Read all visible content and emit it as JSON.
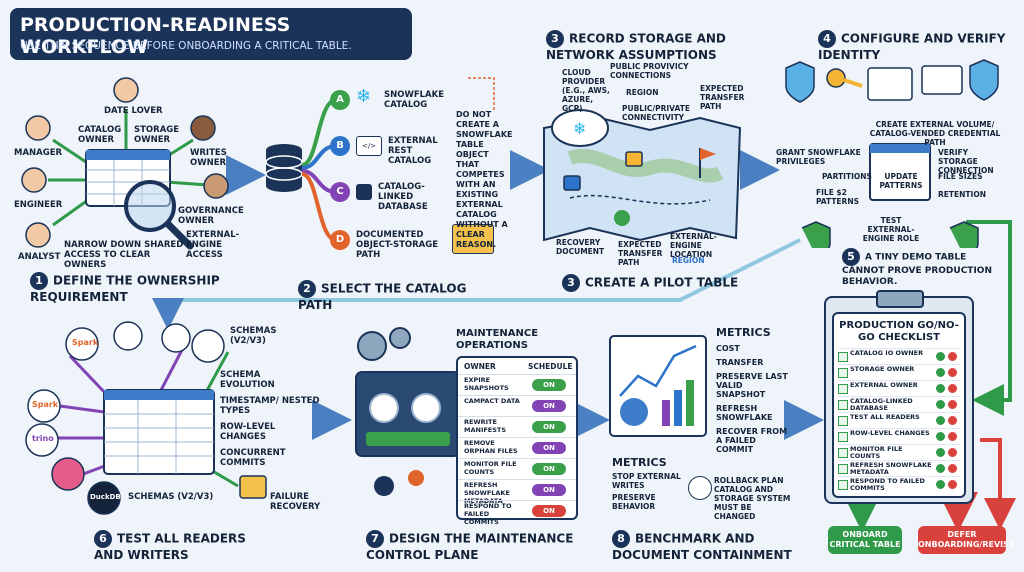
{
  "header": {
    "title": "PRODUCTION-READINESS WORKFLOW",
    "subtitle": "USE THIS SEQUENCE BEFORE ONBOARDING A CRITICAL TABLE."
  },
  "step1": {
    "number": "1",
    "title": "DEFINE THE OWNERSHIP REQUIREMENT",
    "roles": [
      "MANAGER",
      "DATE LOVER",
      "CATALOG OWNER",
      "STORAGE OWNER",
      "WRITES OWNER",
      "ENGINEER",
      "GOVERNANCE OWNER",
      "ANALYST",
      "EXTERNAL-ENGINE ACCESS"
    ],
    "note": "NARROW DOWN SHARED ACCESS TO CLEAR OWNERS"
  },
  "step2": {
    "number": "2",
    "title": "SELECT THE CATALOG PATH",
    "options": [
      {
        "letter": "A",
        "label": "SNOWFLAKE CATALOG",
        "color": "#3aa04a"
      },
      {
        "letter": "B",
        "label": "EXTERNAL REST CATALOG",
        "color": "#2c73c9"
      },
      {
        "letter": "C",
        "label": "CATALOG-LINKED DATABASE",
        "color": "#8244b5"
      },
      {
        "letter": "D",
        "label": "DOCUMENTED OBJECT-STORAGE PATH",
        "color": "#e0642b"
      }
    ],
    "warning": "DO NOT CREATE A SNOWFLAKE TABLE OBJECT THAT COMPETES WITH AN EXISTING EXTERNAL CATALOG WITHOUT A CLEAR REASON."
  },
  "step3": {
    "number": "3",
    "title": "RECORD STORAGE AND NETWORK ASSUMPTIONS",
    "labels": [
      "CLOUD PROVIDER (e.g., AWS, Azure, GCP)",
      "PUBLIC PROVIVICY CONNECTIONS",
      "REGION",
      "PUBLIC/PRIVATE CONNECTIVITY",
      "EXPECTED TRANSFER PATH",
      "RECOVERY DOCUMENT",
      "EXPECTED TRANSFER PATH",
      "EXTERNAL-ENGINE LOCATION",
      "REGION"
    ],
    "bottom_number": "3",
    "bottom_title": "CREATE A PILOT TABLE"
  },
  "step4": {
    "number": "4",
    "title": "CONFIGURE AND VERIFY IDENTITY",
    "subtitle": "CREATE EXTERNAL VOLUME/ CATALOG-VENDED CREDENTIAL PATH",
    "left": [
      "GRANT SNOWFLAKE PRIVILEGES",
      "PARTITIONS",
      "FILE $2 PATTERNS"
    ],
    "right": [
      "VERIFY STORAGE CONNECTION",
      "FILE SIZES",
      "RETENTION"
    ],
    "center": "UPDATE PATTERNS",
    "bottom": "TEST EXTERNAL-ENGINE ROLE"
  },
  "step5": {
    "number": "5",
    "title": "A TINY DEMO TABLE CANNOT PROVE PRODUCTION BEHAVIOR."
  },
  "checklist": {
    "title": "PRODUCTION GO/NO-GO CHECKLIST",
    "items": [
      "CATALOG IO OWNER",
      "STORAGE OWNER",
      "EXTERNAL OWNER",
      "CATALOG-LINKED DATABASE",
      "TEST ALL READERS",
      "ROW-LEVEL CHANGES",
      "MONITOR FILE COUNTS",
      "REFRESH SNOWFLAKE METADATA",
      "RESPOND TO FAILED COMMITS"
    ],
    "go": "ONBOARD CRITICAL TABLE",
    "nogo": "DEFER ONBOARDING/REVISE",
    "go_color": "#2e9a4a",
    "nogo_color": "#d8413c"
  },
  "step6": {
    "number": "6",
    "title": "TEST ALL READERS AND WRITERS",
    "engines": [
      "Spark",
      "Spark",
      "trino",
      "DuckDB"
    ],
    "labels": [
      "SCHEMAS (V2/V3)",
      "SCHEMA EVOLUTION",
      "TIMESTAMP/ NESTED TYPES",
      "ROW-LEVEL CHANGES",
      "CONCURRENT COMMITS",
      "FAILURE RECOVERY",
      "SCHEMAS (V2/V3)"
    ]
  },
  "step7": {
    "number": "7",
    "title": "DESIGN THE MAINTENANCE CONTROL PLANE",
    "heading": "MAINTENANCE OPERATIONS",
    "col_owner": "OWNER",
    "col_schedule": "SCHEDULE",
    "ops": [
      {
        "name": "EXPIRE SNAPSHOTS",
        "state": "ON"
      },
      {
        "name": "CAMPACT DATA",
        "state": "ON"
      },
      {
        "name": "REWRITE MANIFESTS",
        "state": "ON"
      },
      {
        "name": "REMOVE ORPHAN FILES",
        "state": "ON"
      },
      {
        "name": "MONITOR FILE COUNTS",
        "state": "ON"
      },
      {
        "name": "REFRESH SNOWFLAKE METADATA",
        "state": "ON"
      },
      {
        "name": "RESPOND TO FAILED COMMITS",
        "state": "ON"
      }
    ]
  },
  "step8": {
    "number": "8",
    "title": "BENCHMARK AND DOCUMENT CONTAINMENT",
    "metrics_heading": "METRICS",
    "metrics": [
      "COST",
      "TRANSFER",
      "PRESERVE LAST VALID SNAPSHOT",
      "REFRESH SNOWFLAKE",
      "RECOVER FROM A FAILED COMMIT"
    ],
    "metrics2_heading": "METRICS",
    "metrics2": [
      "STOP EXTERNAL WRITES",
      "PRESERVE BEHAVIOR"
    ],
    "rollback": "ROLLBACK PLAN CATALOG AND STORAGE SYSTEM MUST BE CHANGED"
  },
  "colors": {
    "navy": "#1b3358",
    "green": "#3aa04a",
    "blue": "#2c73c9",
    "purple": "#8244b5",
    "orange": "#e0642b",
    "red": "#d8413c"
  }
}
